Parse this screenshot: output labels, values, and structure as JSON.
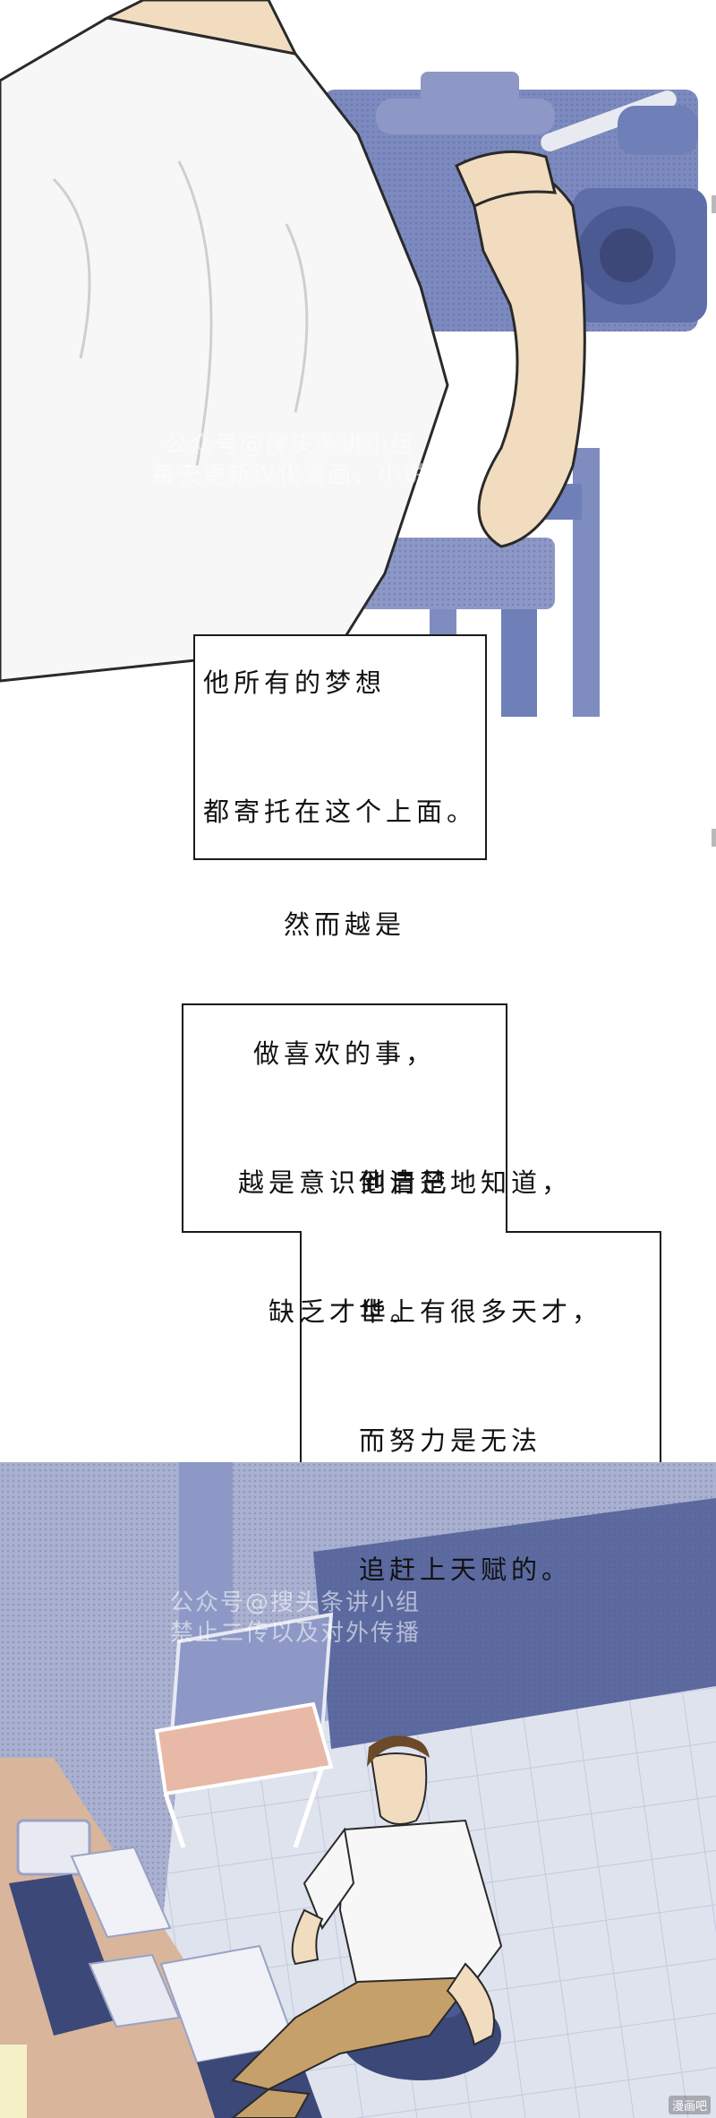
{
  "colors": {
    "panel_blue": "#6f7fb8",
    "panel_blue_dark": "#4b5a92",
    "shirt_white": "#f7f7f7",
    "skin": "#f1dcc0",
    "pants_tan": "#c6a06a",
    "chair_pink": "#e8b9a6",
    "floor_tile": "#dfe3ee",
    "caption_border": "#1a1a1a"
  },
  "panels": {
    "top": {
      "scene": "man-holding-video-camera",
      "watermark": [
        "公众号@搜头条讲小组",
        "每天更新汉化漫画、小说"
      ]
    },
    "bottom": {
      "scene": "man-in-editing-room-seen-from-above",
      "watermark": [
        "公众号@搜头条讲小组",
        "禁止二传以及对外传播"
      ]
    }
  },
  "captions": [
    {
      "lines": [
        "他所有的梦想",
        "都寄托在这个上面。"
      ]
    },
    {
      "lines": [
        "然而越是",
        "做喜欢的事，",
        "越是意识到自己",
        "缺乏才华。"
      ]
    },
    {
      "lines": [
        "他清楚地知道，",
        "世上有很多天才，",
        "而努力是无法",
        "追赶上天赋的。"
      ]
    }
  ],
  "corner_mark": "漫画吧"
}
